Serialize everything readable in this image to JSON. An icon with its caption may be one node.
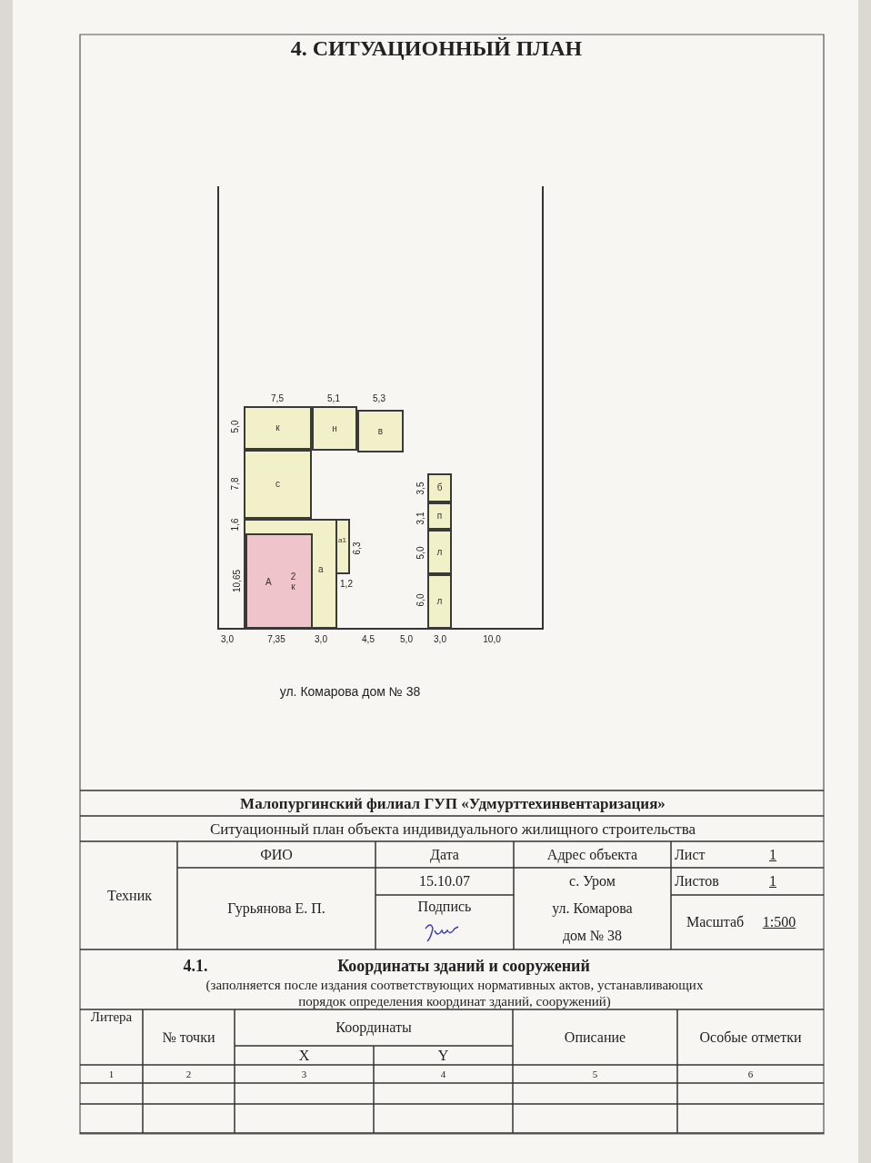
{
  "diagram": {
    "title": "4. СИТУАЦИОННЫЙ ПЛАН",
    "nodes": [
      {
        "text": [
          "к"
        ]
      },
      {
        "text": [
          "н"
        ]
      },
      {
        "text": [
          "в"
        ]
      },
      {
        "text": [
          "с"
        ]
      },
      {
        "text": [
          "а"
        ]
      },
      {
        "text": [
          "А",
          "2 к"
        ],
        "in": 4
      },
      {
        "text": [
          "а1"
        ]
      },
      {
        "text": [
          "б"
        ]
      },
      {
        "text": [
          "п"
        ]
      },
      {
        "text": [
          "л"
        ]
      },
      {
        "text": [
          "л"
        ]
      }
    ],
    "labels": [
      "7,5",
      "5,1",
      "5,3",
      "5,0",
      "7,8",
      "1,6",
      "10,65",
      "6,3",
      "1,2",
      "3,5",
      "3,1",
      "5,0",
      "6,0",
      "3,0",
      "7,35",
      "3,0",
      "4,5",
      "5,0",
      "3,0",
      "10,0",
      "ул. Комарова дом № 38",
      "Малопургинский филиал ГУП «Удмурттехинвентаризация»",
      "Ситуационный план объекта индивидуального жилищного строительства",
      "ФИО",
      "Дата",
      "Адрес объекта",
      "Лист",
      "1",
      "Техник",
      "15.10.07",
      "с. Уром",
      "Листов",
      "1",
      "Гурьянова Е. П.",
      "Подпись",
      "ул. Комарова",
      "Масштаб",
      "1:500",
      "дом  № 38",
      "4.1.",
      "Координаты зданий и сооружений",
      "(заполняется после издания соответствующих нормативных актов, устанавливающих порядок определения координат зданий, сооружений)",
      "Литера",
      "№ точки",
      "Координаты",
      "Описание",
      "Особые отметки",
      "X",
      "Y",
      "1",
      "2",
      "3",
      "4",
      "5",
      "6"
    ]
  }
}
